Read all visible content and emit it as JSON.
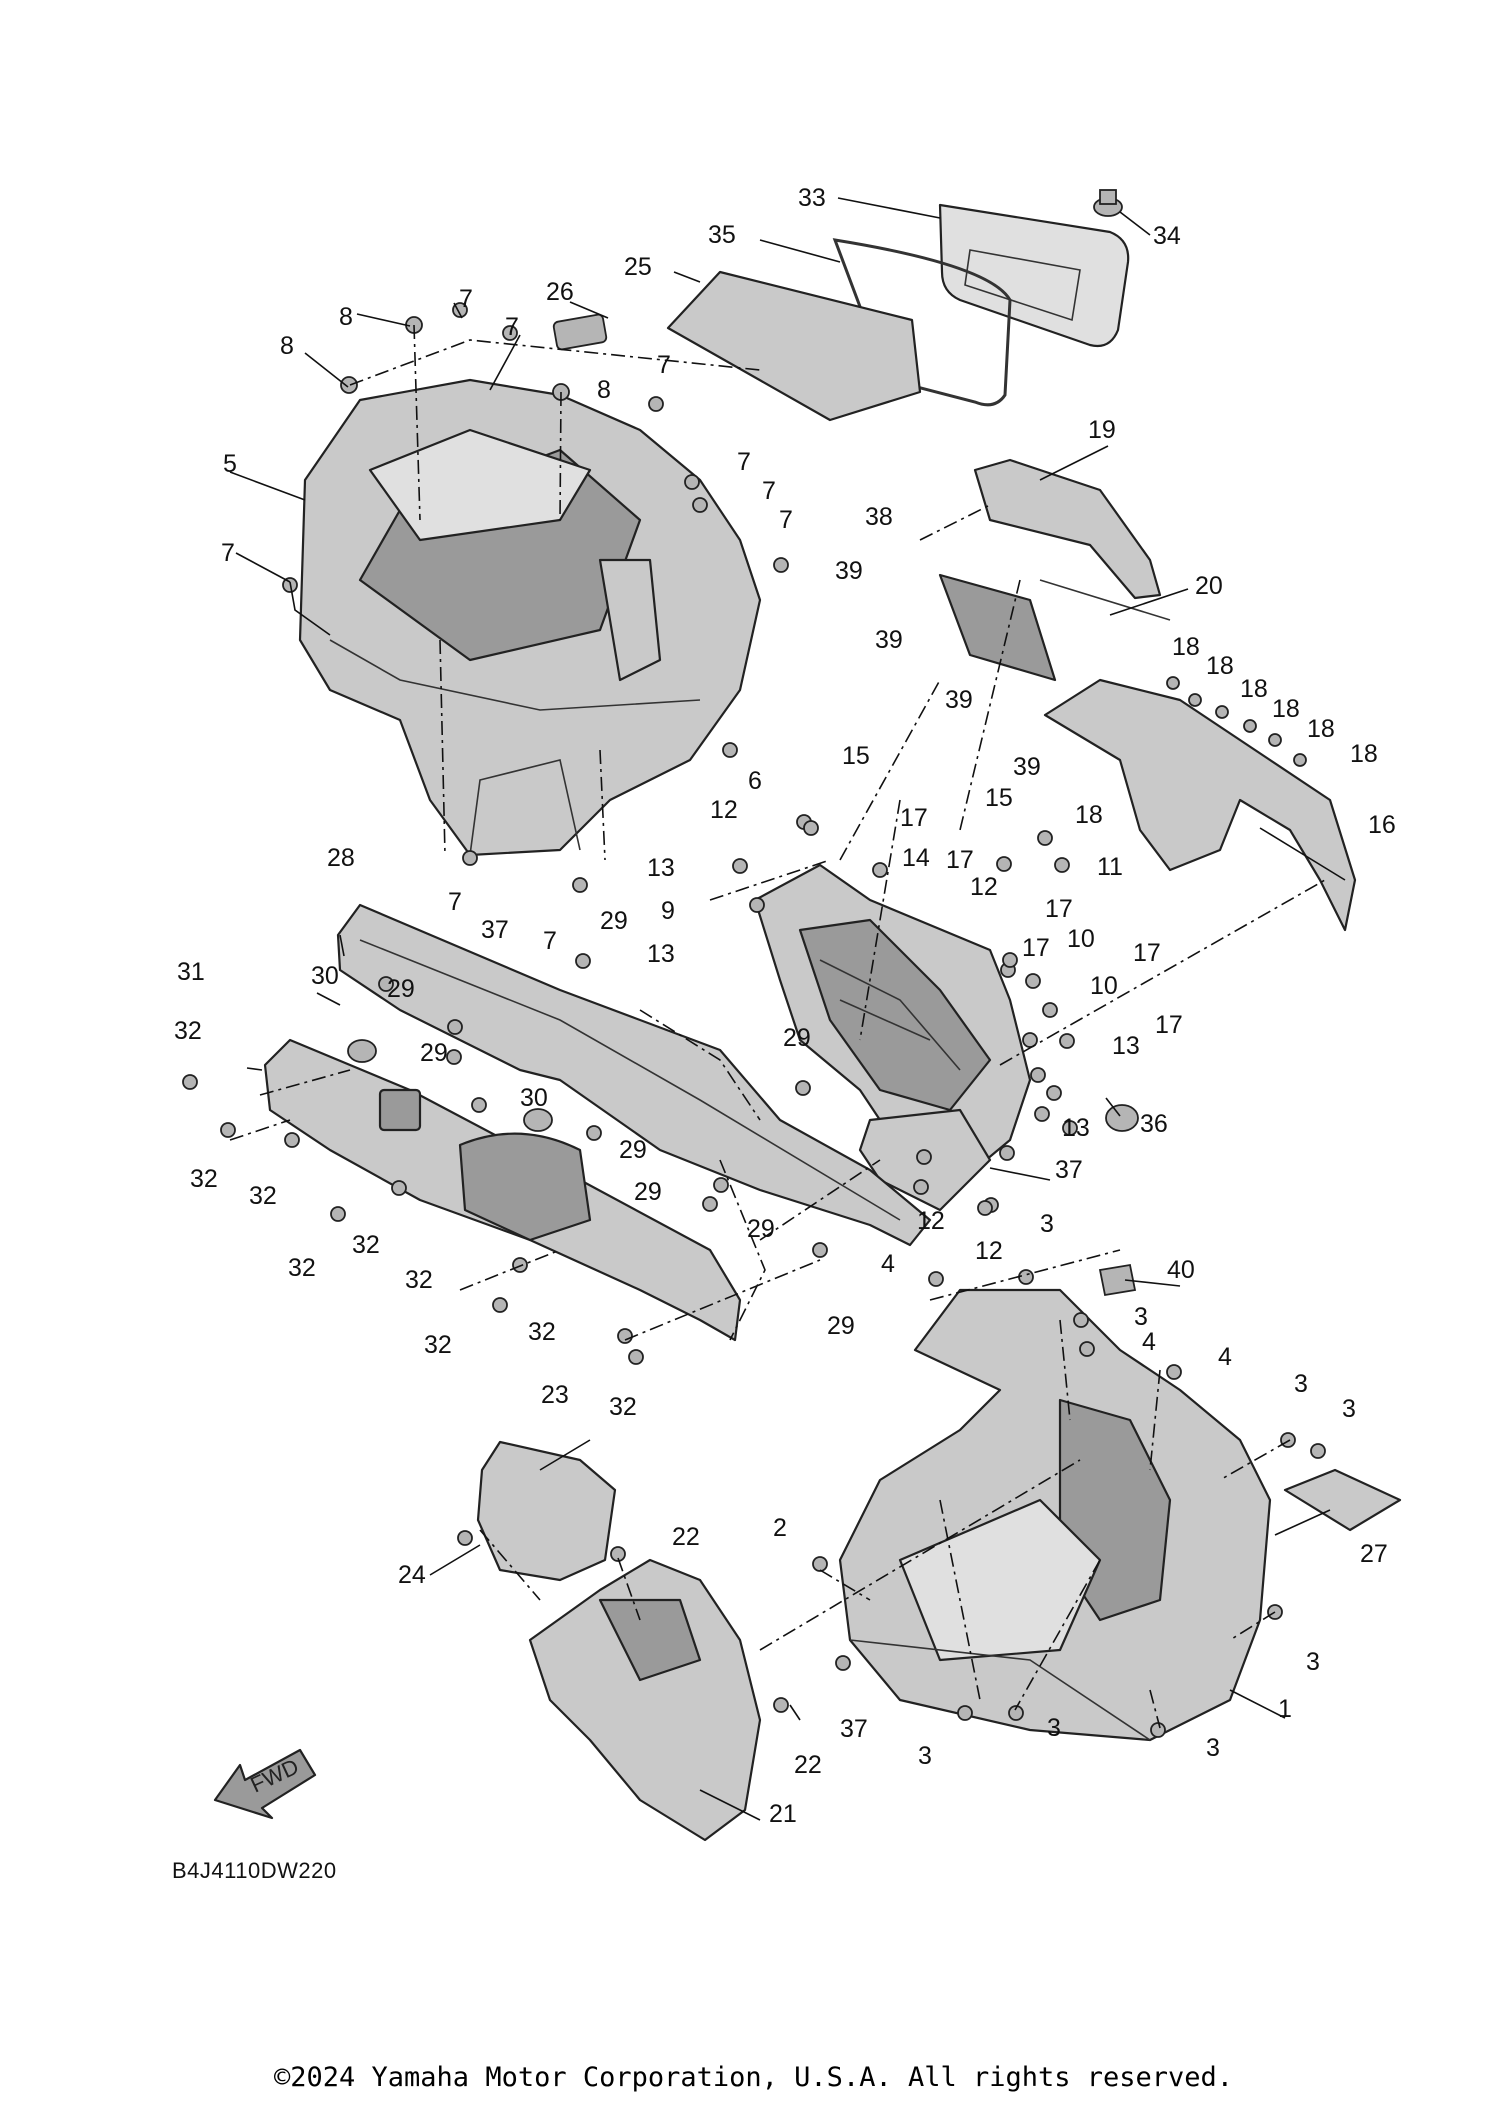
{
  "diagram": {
    "code": "B4J4110DW220",
    "fwd_label": "FWD",
    "copyright": "©2024 Yamaha Motor Corporation, U.S.A. All rights reserved.",
    "callouts": [
      "1",
      "2",
      "3",
      "4",
      "5",
      "6",
      "7",
      "8",
      "9",
      "10",
      "11",
      "12",
      "13",
      "14",
      "15",
      "16",
      "17",
      "18",
      "19",
      "20",
      "21",
      "22",
      "23",
      "24",
      "25",
      "26",
      "27",
      "28",
      "29",
      "30",
      "31",
      "32",
      "33",
      "34",
      "35",
      "36",
      "37",
      "38",
      "39",
      "40"
    ]
  }
}
